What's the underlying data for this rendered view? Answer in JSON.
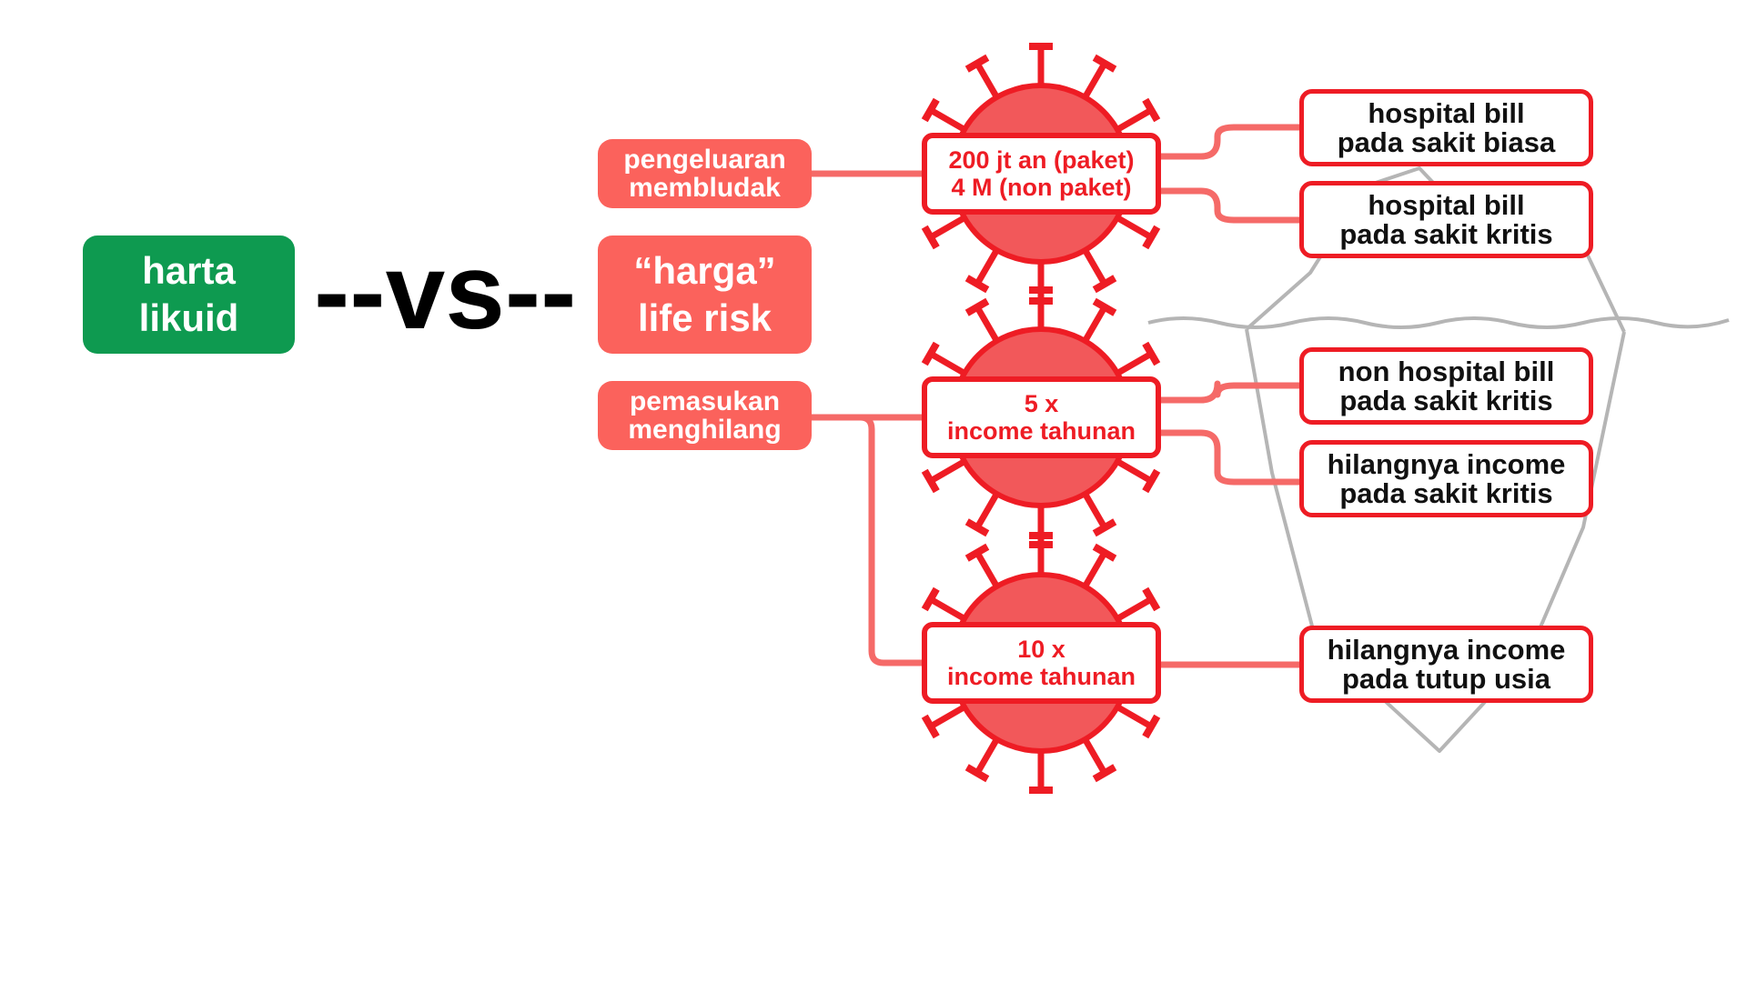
{
  "left_panel": {
    "harta_likuid": [
      "harta",
      "likuid"
    ],
    "vs_text": "--vs--"
  },
  "risk_column": {
    "pengeluaran": [
      "pengeluaran",
      "membludak"
    ],
    "harga_life_risk": [
      "“harga”",
      "life risk"
    ],
    "pemasukan": [
      "pemasukan",
      "menghilang"
    ]
  },
  "viruses": [
    [
      "200 jt an (paket)",
      "4 M (non paket)"
    ],
    [
      "5 x",
      "income tahunan"
    ],
    [
      "10 x",
      "income tahunan"
    ]
  ],
  "outcomes": [
    [
      "hospital bill",
      "pada sakit biasa"
    ],
    [
      "hospital bill",
      "pada sakit kritis"
    ],
    [
      "non hospital bill",
      "pada sakit kritis"
    ],
    [
      "hilangnya income",
      "pada sakit kritis"
    ],
    [
      "hilangnya income",
      "pada tutup usia"
    ]
  ],
  "colors": {
    "green": "#0e9a50",
    "pink": "#fb625c",
    "red": "#ee1c24",
    "virus_fill": "#f2585a",
    "connector": "#f56a68",
    "iceberg": "#b5b5b5"
  }
}
